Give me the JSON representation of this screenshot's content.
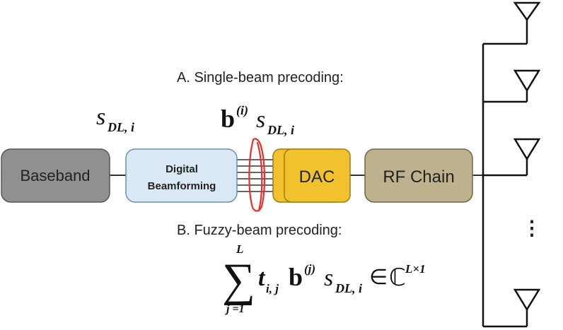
{
  "blocks": {
    "baseband": "Baseband",
    "digital_line1": "Digital",
    "digital_line2": "Beamforming",
    "dac": "DAC",
    "rf_chain": "RF Chain"
  },
  "labels": {
    "single_beam": "A. Single-beam precoding:",
    "fuzzy_beam": "B. Fuzzy-beam precoding:",
    "ellipsis": "⋮"
  },
  "math": {
    "s": "s",
    "s_sub": "DL, i",
    "b": "b",
    "b_sup_i": "(i)",
    "sum_top": "L",
    "sum_sym": "∑",
    "sum_bottom": "j =1",
    "t": "t",
    "t_sub": "i, j",
    "b_sup_j": "(j)",
    "in_sym": "∈",
    "complex": "ℂ",
    "dim": "L×1"
  },
  "colors": {
    "baseband": "#8f9190",
    "digital": "#dbe8f5",
    "dac": "#f2c12e",
    "rf": "#bdb28d",
    "red_marker": "#e8302a"
  }
}
